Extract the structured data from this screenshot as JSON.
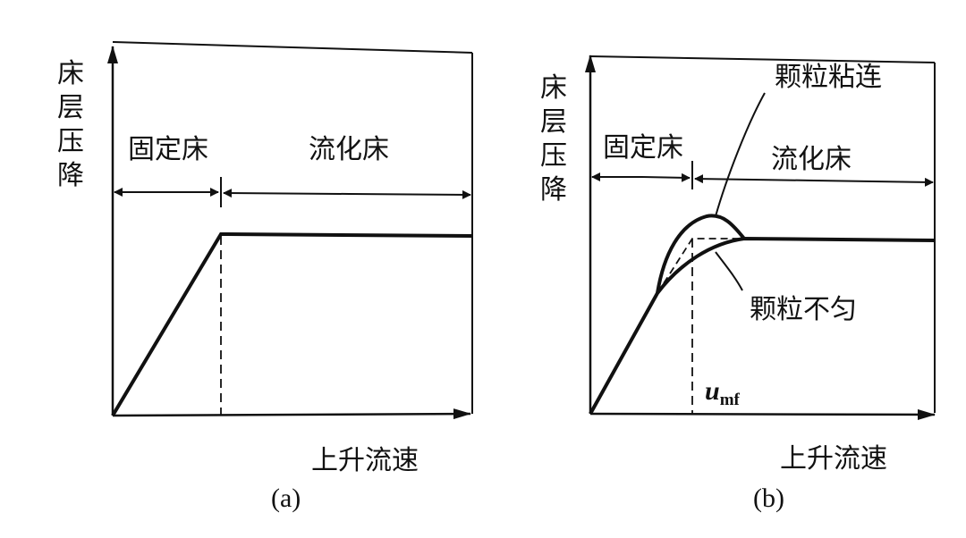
{
  "panel_a": {
    "y_axis_label": [
      "床",
      "层",
      "压",
      "降"
    ],
    "x_axis_label": "上升流速",
    "region_left": "固定床",
    "region_right": "流化床",
    "caption": "(a)"
  },
  "panel_b": {
    "y_axis_label": [
      "床",
      "层",
      "压",
      "降"
    ],
    "x_axis_label": "上升流速",
    "region_left": "固定床",
    "region_right": "流化床",
    "annotation_top": "颗粒粘连",
    "annotation_bottom": "颗粒不匀",
    "umf_base": "u",
    "umf_sub": "mf",
    "caption": "(b)"
  }
}
